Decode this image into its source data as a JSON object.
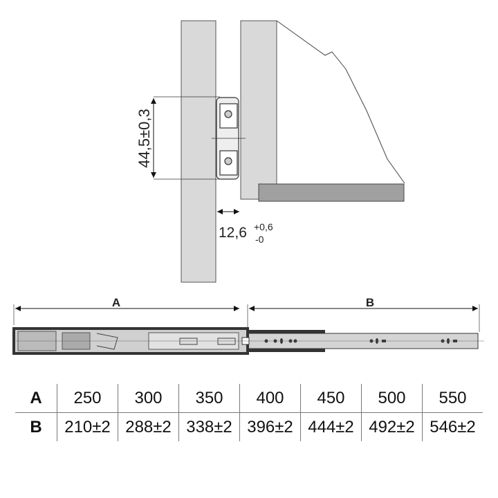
{
  "dimensions": {
    "height_label": "44,5±0,3",
    "gap_label": "12,6",
    "gap_tol_plus": "+0,6",
    "gap_tol_minus": "-0",
    "A_label": "A",
    "B_label": "B"
  },
  "table": {
    "rows": [
      {
        "label": "A",
        "values": [
          "250",
          "300",
          "350",
          "400",
          "450",
          "500",
          "550"
        ]
      },
      {
        "label": "B",
        "values": [
          "210±2",
          "288±2",
          "338±2",
          "396±2",
          "444±2",
          "492±2",
          "546±2"
        ]
      }
    ]
  },
  "colors": {
    "panel": "#d9d9d9",
    "shelf": "#a0a0a0",
    "line": "#333333"
  }
}
